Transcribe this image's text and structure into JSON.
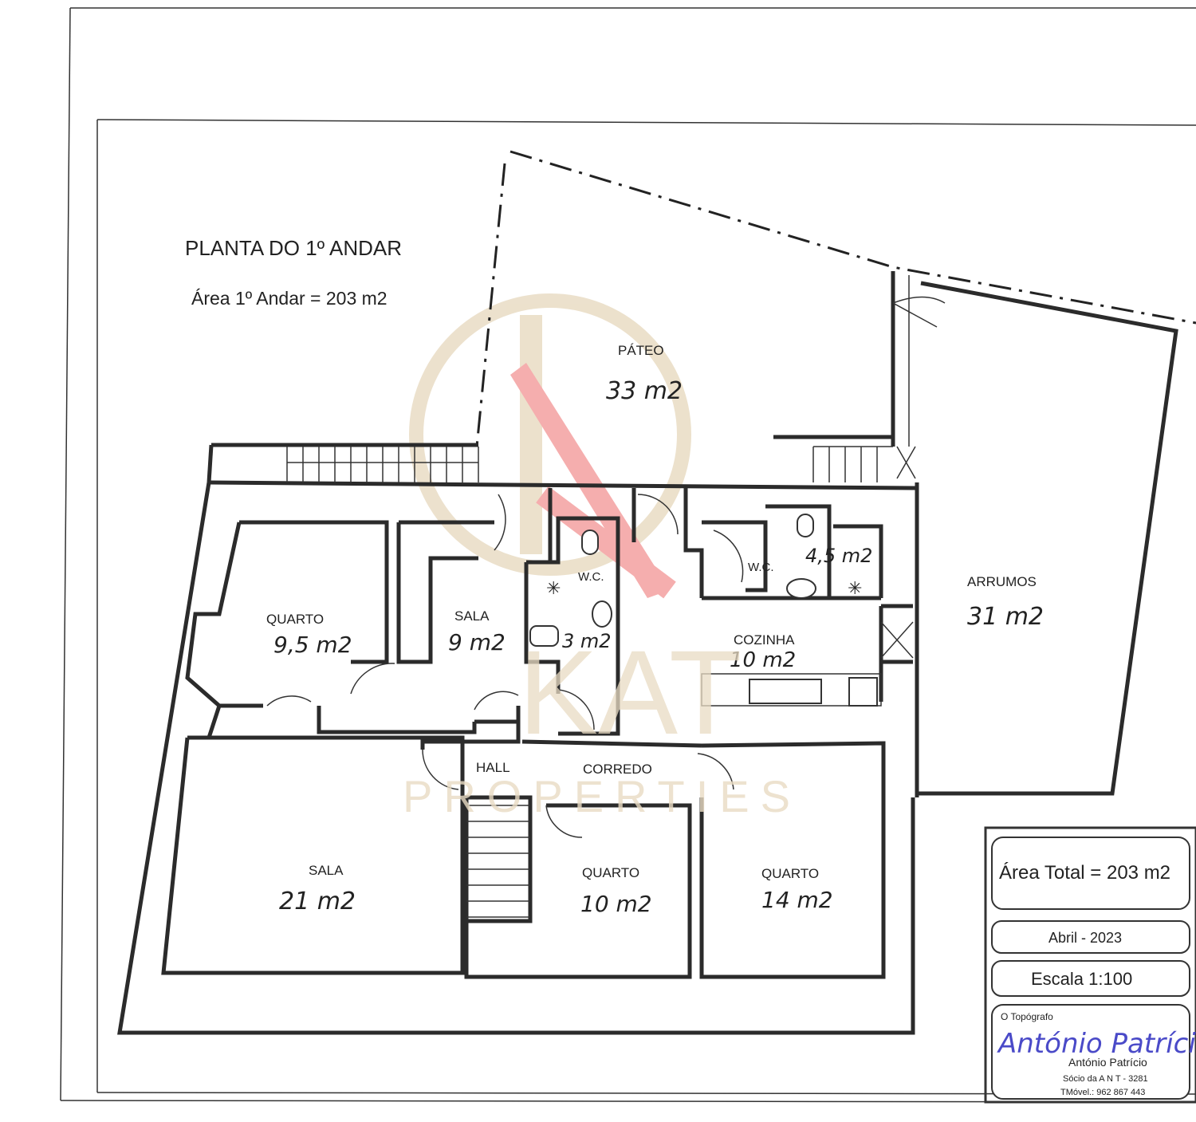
{
  "title": "PLANTA DO 1º ANDAR",
  "floor_area": "Área 1º Andar = 203 m2",
  "rooms": {
    "pateo": {
      "name": "PÁTEO",
      "area": "33 m2"
    },
    "arrumos": {
      "name": "ARRUMOS",
      "area": "31 m2"
    },
    "quarto_a": {
      "name": "QUARTO",
      "area": "9,5 m2"
    },
    "sala_small": {
      "name": "SALA",
      "area": "9 m2"
    },
    "wc_a": {
      "name": "W.C.",
      "area": "3 m2"
    },
    "wc_b": {
      "name": "W.C.",
      "area": "4,5 m2"
    },
    "cozinha": {
      "name": "COZINHA",
      "area": "10 m2"
    },
    "hall": {
      "name": "HALL"
    },
    "corredo": {
      "name": "CORREDO"
    },
    "sala_big": {
      "name": "SALA",
      "area": "21 m2"
    },
    "quarto_b": {
      "name": "QUARTO",
      "area": "10 m2"
    },
    "quarto_c": {
      "name": "QUARTO",
      "area": "14 m2"
    }
  },
  "legend": {
    "total_area": "Área Total = 203 m2",
    "date": "Abril - 2023",
    "scale": "Escala 1:100",
    "topografo_label": "O Topógrafo",
    "signature": "António Patrício",
    "name": "António Patrício",
    "member": "Sócio da A N T - 3281",
    "phone": "TMóvel.: 962 867 443"
  },
  "watermark": {
    "logo": "KAT",
    "text": "PROPERTIES"
  },
  "colors": {
    "wall": "#2b2b2b",
    "watermark_ring": "#e9dcc4",
    "watermark_x": "#f27a7a",
    "signature_ink": "#4a4ac8"
  }
}
